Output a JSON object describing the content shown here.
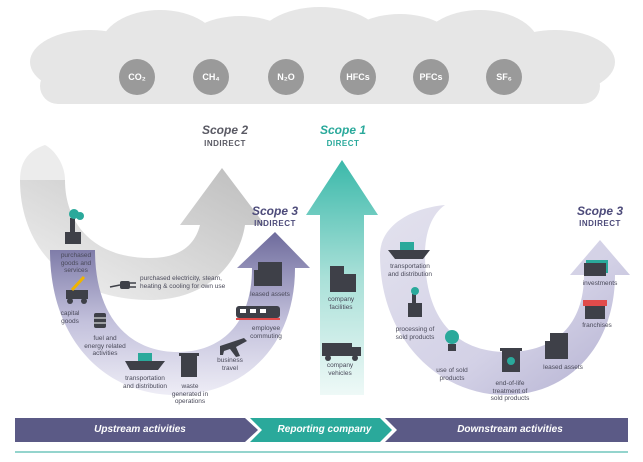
{
  "gases": [
    "CO₂",
    "CH₄",
    "N₂O",
    "HFCs",
    "PFCs",
    "SF₆"
  ],
  "scopes": {
    "scope2": {
      "title": "Scope 2",
      "sub": "INDIRECT"
    },
    "scope1": {
      "title": "Scope 1",
      "sub": "DIRECT"
    },
    "scope3_up": {
      "title": "Scope 3",
      "sub": "INDIRECT"
    },
    "scope3_down": {
      "title": "Scope 3",
      "sub": "INDIRECT"
    }
  },
  "scope2_item": "purchased electricity, steam,\nheating & cooling for own use",
  "upstream_items": {
    "purchased_goods": "purchased\ngoods and\nservices",
    "capital_goods": "capital\ngoods",
    "fuel_energy": "fuel and\nenergy related\nactivities",
    "transport": "transportation\nand distribution",
    "waste": "waste\ngenerated in\noperations",
    "business_travel": "business\ntravel",
    "employee_commuting": "employee\ncommuting",
    "leased_assets": "leased assets"
  },
  "company_items": {
    "facilities": "company\nfacilities",
    "vehicles": "company\nvehicles"
  },
  "downstream_items": {
    "transport": "transportation\nand distribution",
    "processing": "processing of\nsold products",
    "use": "use of sold\nproducts",
    "end_of_life": "end-of-life\ntreatment of\nsold products",
    "leased_assets": "leased assets",
    "franchises": "franchises",
    "investments": "investments"
  },
  "bottom_band": {
    "upstream": "Upstream activities",
    "reporting": "Reporting company",
    "downstream": "Downstream activities"
  },
  "colors": {
    "purple": "#5b5a86",
    "teal": "#2aa99b",
    "gray_arrow": "#c8c8c8",
    "cloud": "#e6e6e6",
    "gas_circle": "#9a9a9a",
    "icon": "#3e4048"
  }
}
